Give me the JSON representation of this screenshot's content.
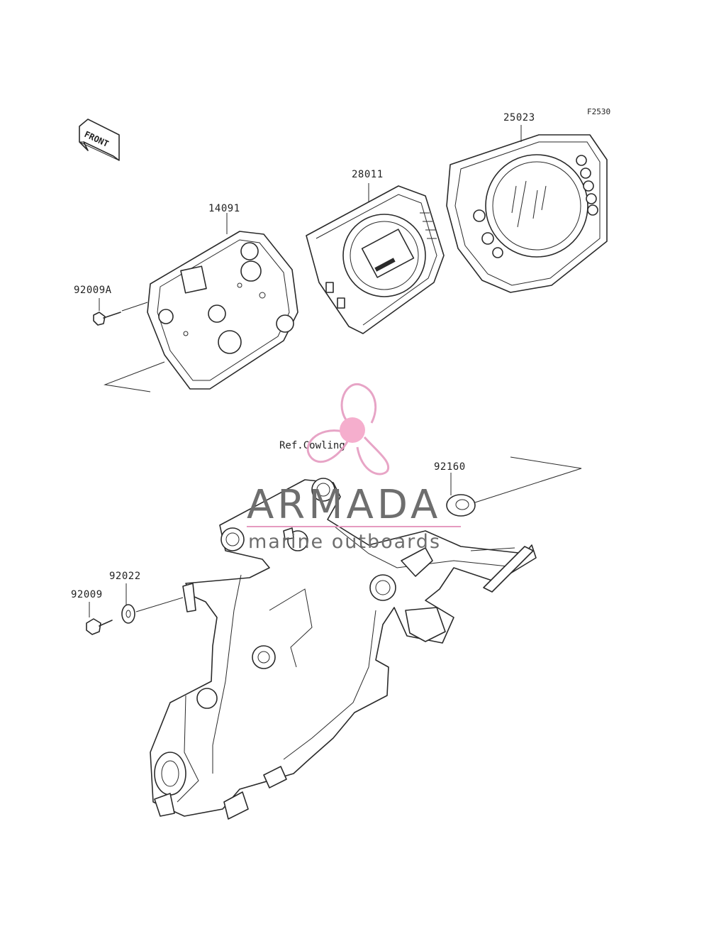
{
  "figure_code": "F2530",
  "front_label": "FRONT",
  "reference_note": "Ref.Cowling",
  "watermark": {
    "brand": "ARMADA",
    "tagline": "marine outboards",
    "colors": {
      "brand_text": "#6e6e6e",
      "propeller": "#e59bc0",
      "hub": "#f4a6c8",
      "rule": "#e59bc0"
    }
  },
  "callouts": {
    "meter_cover": "25023",
    "meter_assembly": "28011",
    "meter_case": "14091",
    "screw_case": "92009A",
    "grommet": "92160",
    "washer": "92022",
    "screw_bracket": "92009"
  },
  "colors": {
    "line_art": "#2a2a2a",
    "background": "#ffffff"
  }
}
